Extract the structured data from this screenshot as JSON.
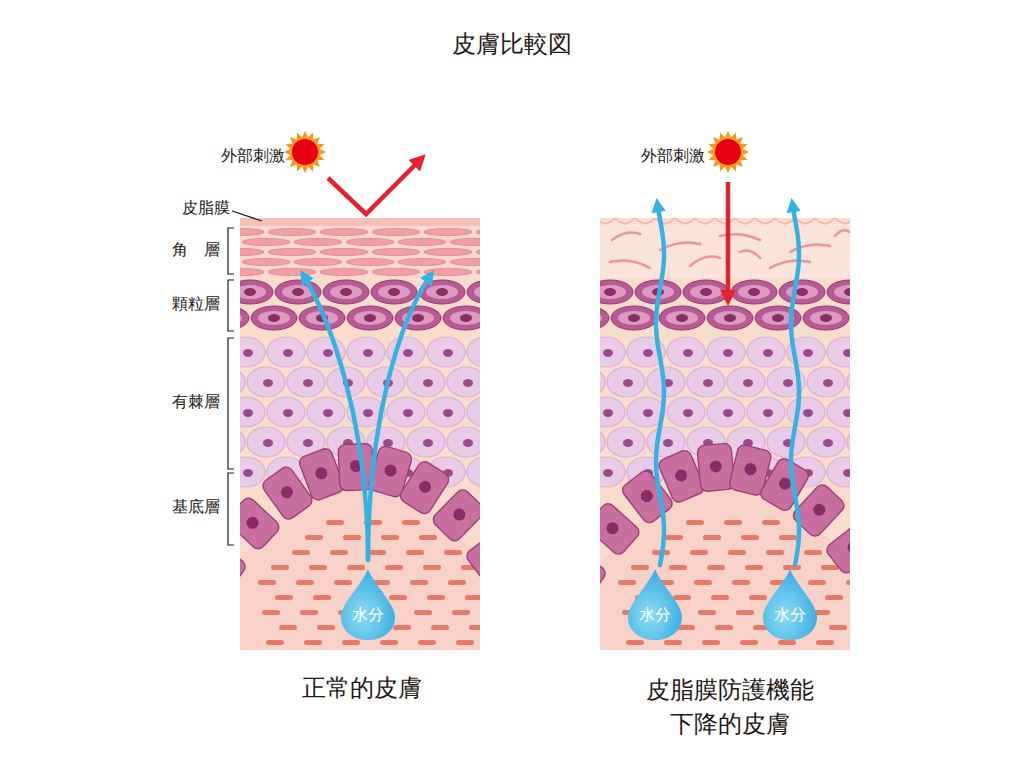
{
  "diagram": {
    "title": "皮膚比較図",
    "nodes": [
      {
        "text": [
          "水分"
        ]
      },
      {
        "text": [
          "水分"
        ]
      },
      {
        "text": [
          "水分"
        ]
      }
    ],
    "labels": [
      "外部刺激",
      "外部刺激",
      "皮脂膜",
      "角　層",
      "顆粒層",
      "有棘層",
      "基底層",
      "正常的皮膚",
      "皮脂膜防護機能 下降的皮膚"
    ]
  }
}
